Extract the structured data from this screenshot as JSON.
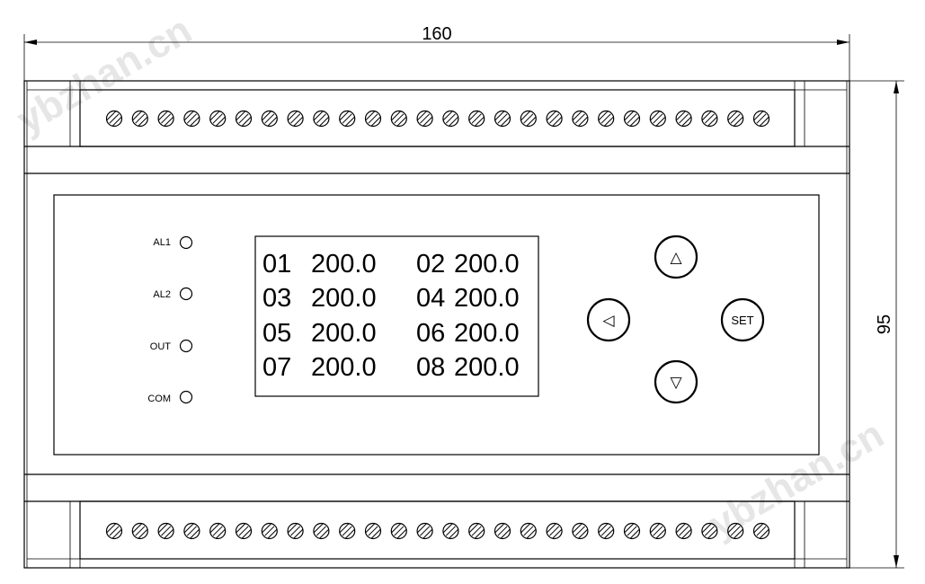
{
  "dimensions": {
    "width": "160",
    "height": "95"
  },
  "watermark": "ybzhan.cn",
  "indicators": [
    {
      "label": "AL1"
    },
    {
      "label": "AL2"
    },
    {
      "label": "OUT"
    },
    {
      "label": "COM"
    }
  ],
  "display": {
    "rows": [
      {
        "left_ch": "01",
        "left_val": "200.0",
        "right_ch": "02",
        "right_val": "200.0"
      },
      {
        "left_ch": "03",
        "left_val": "200.0",
        "right_ch": "04",
        "right_val": "200.0"
      },
      {
        "left_ch": "05",
        "left_val": "200.0",
        "right_ch": "06",
        "right_val": "200.0"
      },
      {
        "left_ch": "07",
        "left_val": "200.0",
        "right_ch": "08",
        "right_val": "200.0"
      }
    ]
  },
  "buttons": {
    "up": "△",
    "left": "◁",
    "set": "SET",
    "down": "▽"
  },
  "terminal_count_top": 26,
  "terminal_count_bottom": 26
}
